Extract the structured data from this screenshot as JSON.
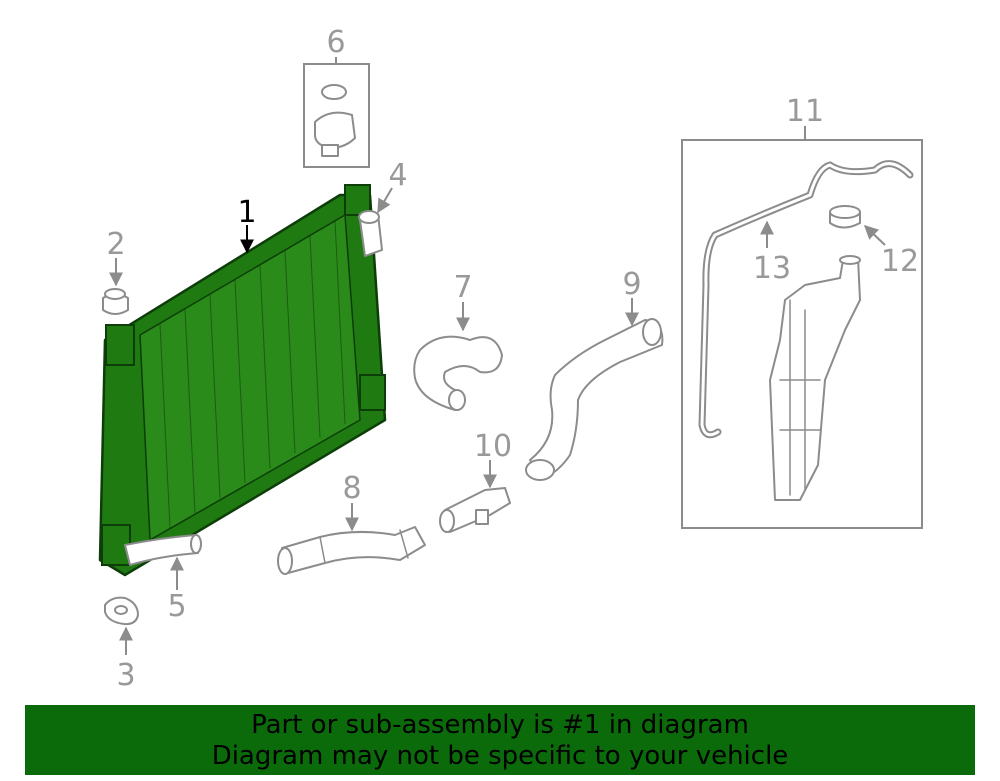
{
  "callouts": {
    "c1": "1",
    "c2": "2",
    "c3": "3",
    "c4": "4",
    "c5": "5",
    "c6": "6",
    "c7": "7",
    "c8": "8",
    "c9": "9",
    "c10": "10",
    "c11": "11",
    "c12": "12",
    "c13": "13"
  },
  "colors": {
    "highlight": "#1f7a12",
    "banner": "#0b6b0b",
    "line_art": "#8c8c8c"
  },
  "banner": {
    "line1": "Part or sub-assembly is #1 in diagram",
    "line2": "Diagram may not be specific to your vehicle"
  }
}
